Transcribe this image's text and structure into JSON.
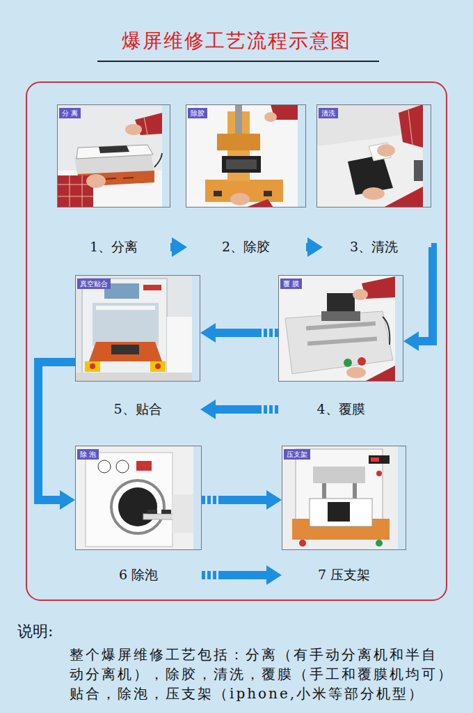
{
  "diagram": {
    "title": "爆屏维修工艺流程示意图",
    "nodes": [
      {
        "text": [
          "分 离",
          "1、分离"
        ]
      },
      {
        "text": [
          "除胶",
          "2、除胶"
        ]
      },
      {
        "text": [
          "清洗",
          "3、清洗"
        ]
      },
      {
        "text": [
          "覆 膜",
          "4、覆膜"
        ]
      },
      {
        "text": [
          "真空贴合",
          "5、贴合"
        ]
      },
      {
        "text": [
          "除 泡",
          "6 除泡"
        ]
      },
      {
        "text": [
          "压支架",
          "7 压支架"
        ]
      }
    ],
    "edges": [
      {
        "from": 0,
        "to": 1,
        "arrow": "to"
      },
      {
        "from": 1,
        "to": 2,
        "arrow": "to"
      },
      {
        "from": 2,
        "to": 3,
        "arrow": "to"
      },
      {
        "from": 3,
        "to": 4,
        "arrow": "to"
      },
      {
        "from": 3,
        "to": 4,
        "arrow": "to"
      },
      {
        "from": 4,
        "to": 5,
        "arrow": "to"
      },
      {
        "from": 5,
        "to": 6,
        "arrow": "to"
      },
      {
        "from": 5,
        "to": 6,
        "arrow": "to"
      }
    ],
    "labels": [
      "说明:",
      "整个爆屏维修工艺包括：分离（有手动分离机和半自 动分离机），除胶，清洗，覆膜（手工和覆膜机均可） 贴合，除泡，压支架（iphone,小米等部分机型）"
    ]
  }
}
